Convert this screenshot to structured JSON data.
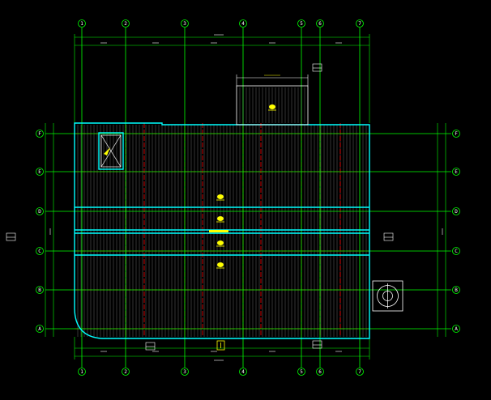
{
  "columns": [
    "1",
    "2",
    "3",
    "4",
    "5",
    "6",
    "7"
  ],
  "rows": [
    "F",
    "E",
    "D",
    "C",
    "B",
    "A"
  ],
  "colors": {
    "background": "#000000",
    "axis_line": "#00ff00",
    "outline": "#00ffff",
    "red_grid": "#ff0000",
    "seam": "#aaaaaa",
    "annotation": "#ffff00",
    "text": "#ffffff"
  },
  "icons": [
    "roof-drain-icon",
    "slope-arrow-icon",
    "vent-symbol-icon",
    "roof-hatch-icon"
  ]
}
